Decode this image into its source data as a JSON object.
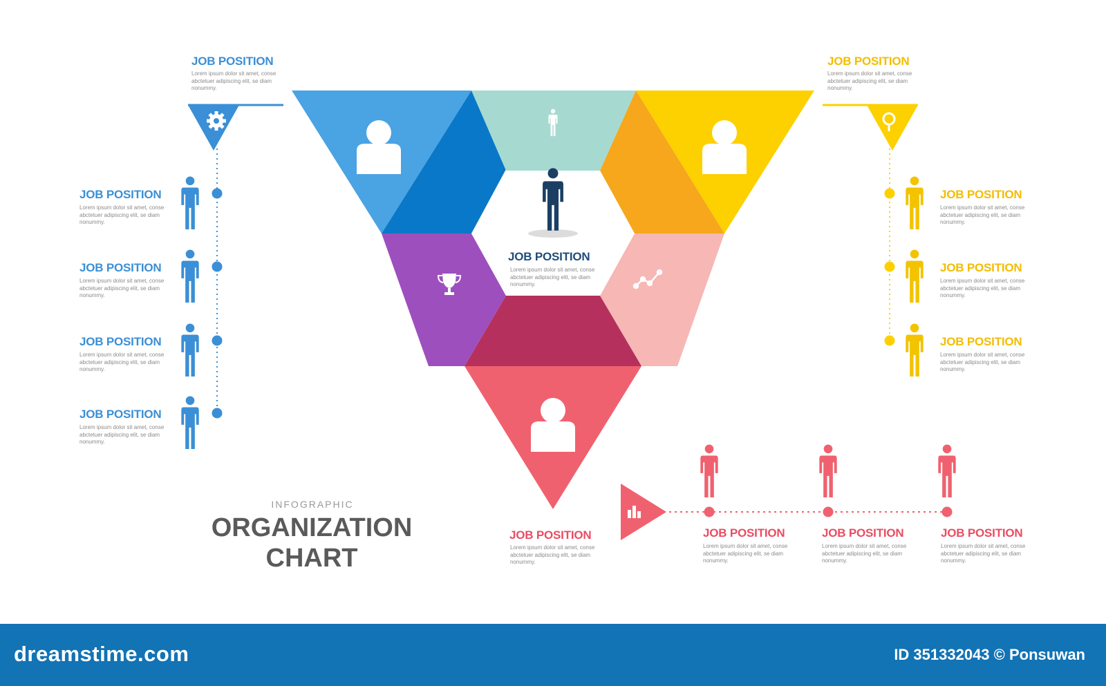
{
  "diagram": {
    "title_sub": "INFOGRAPHIC",
    "title_main_line1": "ORGANIZATION",
    "title_main_line2": "CHART",
    "colors": {
      "blue": "#3a8fd6",
      "blue_dark": "#0a78c8",
      "mint": "#a1d8cf",
      "yellow": "#fdd000",
      "orange": "#f6a71c",
      "purple": "#9e4fbe",
      "pink_light": "#f6b7b5",
      "crimson": "#b5305d",
      "red": "#f0616f",
      "navy": "#1f4c7a"
    },
    "center": {
      "title": "JOB POSITION",
      "desc": "Lorem ipsum dolor sit amet, conse abctetuer adipiscing elit, se diam nonummy.",
      "icon": "person-icon"
    },
    "bottom_node": {
      "title": "JOB POSITION",
      "desc": "Lorem ipsum dolor sit amet, conse abctetuer adipiscing elit, se diam nonummy."
    },
    "left_branch": {
      "head": {
        "title": "JOB POSITION",
        "desc": "Lorem ipsum dolor sit amet, conse abctetuer adipiscing elit, se diam nonummy.",
        "icon": "gear-icon"
      },
      "members": [
        {
          "title": "JOB POSITION",
          "desc": "Lorem ipsum dolor sit amet, conse abctetuer adipiscing elit, se diam nonummy."
        },
        {
          "title": "JOB POSITION",
          "desc": "Lorem ipsum dolor sit amet, conse abctetuer adipiscing elit, se diam nonummy."
        },
        {
          "title": "JOB POSITION",
          "desc": "Lorem ipsum dolor sit amet, conse abctetuer adipiscing elit, se diam nonummy."
        },
        {
          "title": "JOB POSITION",
          "desc": "Lorem ipsum dolor sit amet, conse abctetuer adipiscing elit, se diam nonummy."
        }
      ]
    },
    "right_branch": {
      "head": {
        "title": "JOB POSITION",
        "desc": "Lorem ipsum dolor sit amet, conse abctetuer adipiscing elit, se diam nonummy.",
        "icon": "search-icon"
      },
      "members": [
        {
          "title": "JOB POSITION",
          "desc": "Lorem ipsum dolor sit amet, conse abctetuer adipiscing elit, se diam nonummy."
        },
        {
          "title": "JOB POSITION",
          "desc": "Lorem ipsum dolor sit amet, conse abctetuer adipiscing elit, se diam nonummy."
        },
        {
          "title": "JOB POSITION",
          "desc": "Lorem ipsum dolor sit amet, conse abctetuer adipiscing elit, se diam nonummy."
        }
      ]
    },
    "bottom_branch": {
      "icon": "bar-chart-icon",
      "members": [
        {
          "title": "JOB POSITION",
          "desc": "Lorem ipsum dolor sit amet, conse abctetuer adipiscing elit, se diam nonummy."
        },
        {
          "title": "JOB POSITION",
          "desc": "Lorem ipsum dolor sit amet, conse abctetuer adipiscing elit, se diam nonummy."
        },
        {
          "title": "JOB POSITION",
          "desc": "Lorem ipsum dolor sit amet, conse abctetuer adipiscing elit, se diam nonummy."
        }
      ]
    },
    "segment_icons": [
      "trophy-icon",
      "trend-line-icon"
    ]
  },
  "footer": {
    "brand": "dreamstime.com",
    "credit": "ID 351332043 © Ponsuwan"
  }
}
